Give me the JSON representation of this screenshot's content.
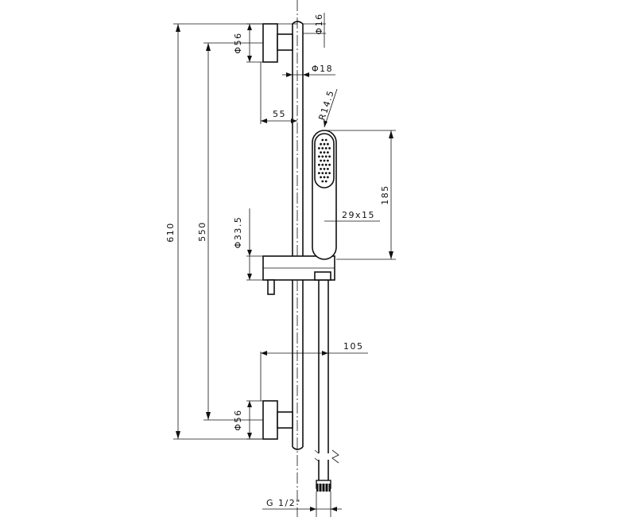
{
  "dimensions": {
    "d_rod": "Φ16",
    "d_bracket_top": "Φ56",
    "d_pipe": "Φ18",
    "offset_bracket": "55",
    "radius_head": "R14.5",
    "head_length": "185",
    "head_section": "29x15",
    "d_slider": "Φ33.5",
    "offset_hose": "105",
    "d_bracket_bottom": "Φ56",
    "total_height": "610",
    "bracket_spacing": "550",
    "thread": "G 1/2\""
  }
}
